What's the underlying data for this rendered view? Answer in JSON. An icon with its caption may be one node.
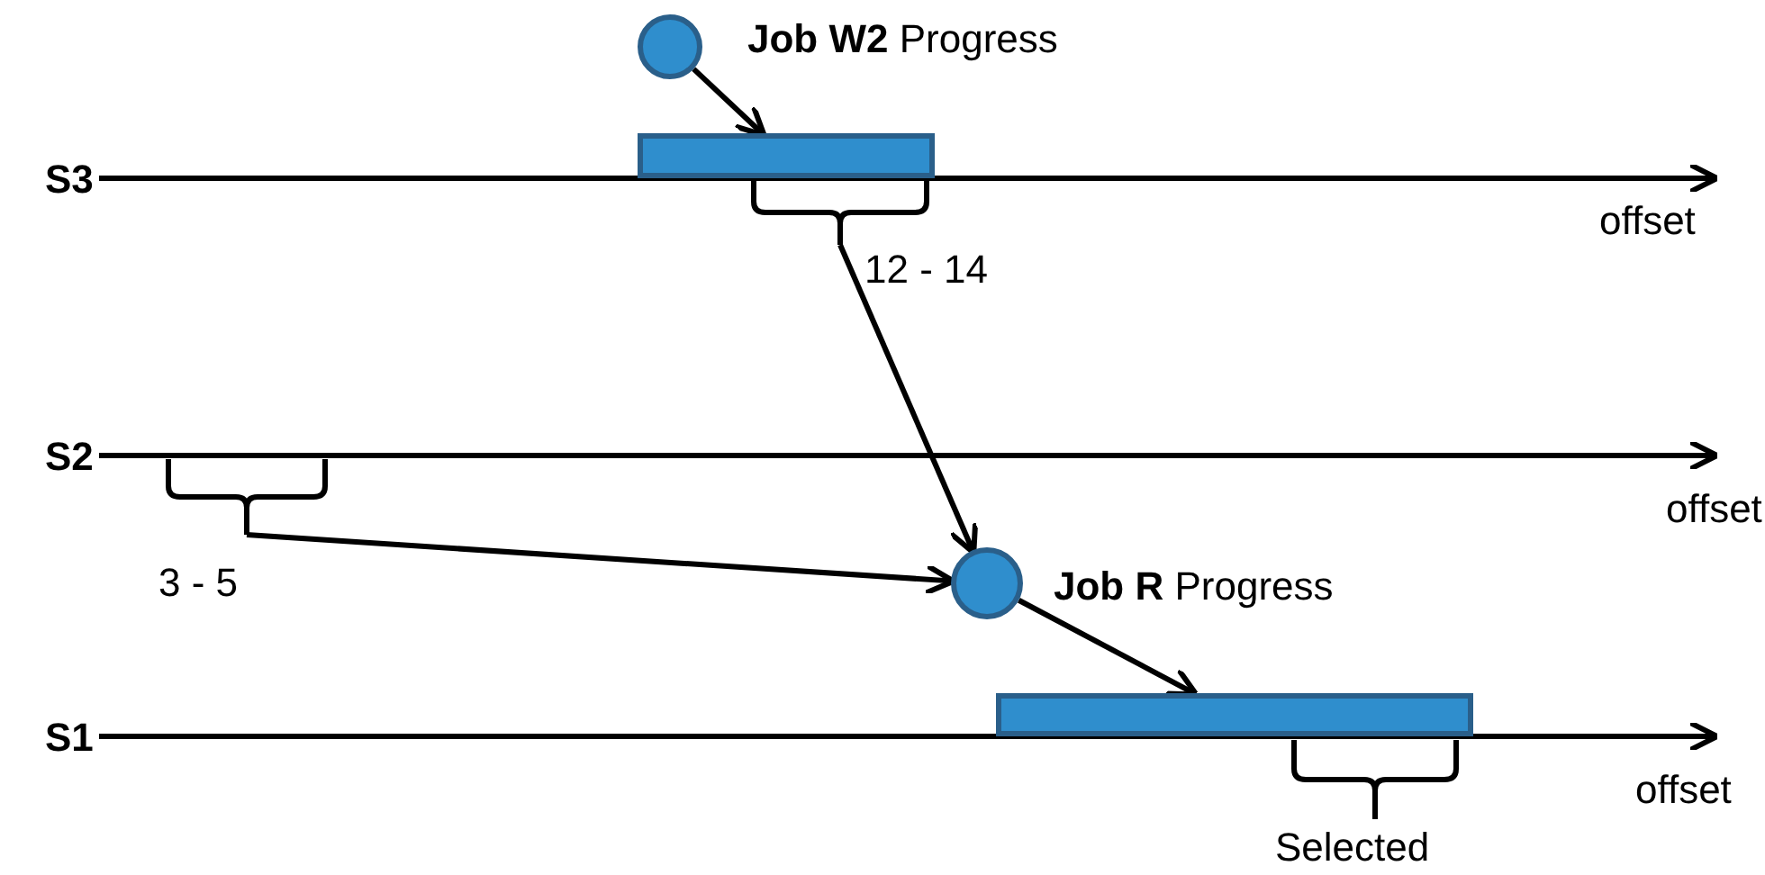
{
  "diagram": {
    "nodes": [
      {
        "text": [],
        "shape": "circle",
        "beside": [
          "**Job W2** Progress"
        ]
      },
      {
        "text": [],
        "shape": "bar"
      },
      {
        "text": [],
        "shape": "bracket",
        "beside": [
          "12 - 14"
        ]
      },
      {
        "text": [],
        "shape": "bracket",
        "beside": [
          "3 - 5"
        ]
      },
      {
        "text": [],
        "shape": "circle",
        "beside": [
          "**Job R** Progress"
        ]
      },
      {
        "text": [],
        "shape": "bar"
      },
      {
        "text": [],
        "shape": "bracket",
        "beside": [
          "Selected"
        ]
      }
    ],
    "edges": [
      {
        "from": 0,
        "to": 1,
        "arrow": "to"
      },
      {
        "from": 2,
        "to": 4,
        "arrow": "to"
      },
      {
        "from": 3,
        "to": 4,
        "arrow": "to"
      },
      {
        "from": 4,
        "to": 5,
        "arrow": "to"
      }
    ],
    "labels": [
      "S3",
      "offset",
      "S2",
      "offset",
      "S1",
      "offset"
    ]
  }
}
